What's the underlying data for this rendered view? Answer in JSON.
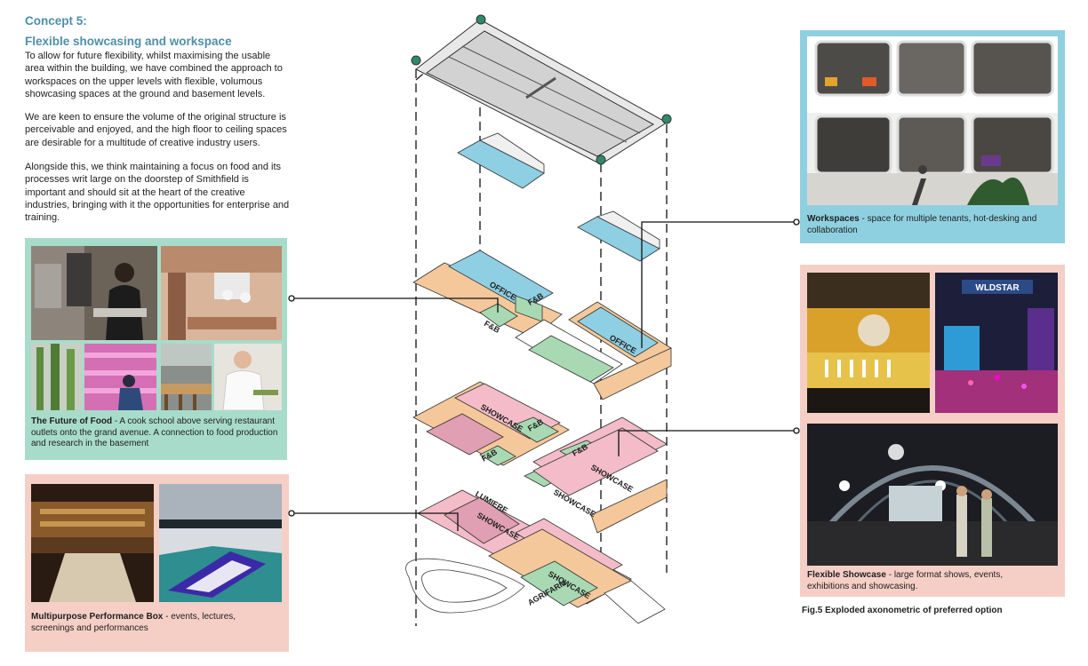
{
  "header": {
    "concept_label": "Concept 5:",
    "concept_title": "Flexible showcasing and workspace"
  },
  "intro": {
    "p1": "To allow for future flexibility, whilst maximising the usable area within the building, we have combined the approach to workspaces on the upper levels with flexible, volumous showcasing spaces at the ground and basement levels.",
    "p2": "We are keen to ensure the volume of the original structure is perceivable and enjoyed, and the high floor to ceiling spaces are desirable for a multitude of creative industry users.",
    "p3": "Alongside this, we think maintaining a focus on food and its processes writ large on the doorstep of Smithfield is important and should sit at the heart of the creative industries, bringing with it the opportunities for enterprise and training."
  },
  "panels": {
    "food": {
      "title": "The Future of Food",
      "text": " - A cook school above serving restaurant outlets onto the grand avenue. A connection to food production and research in the basement"
    },
    "performance": {
      "title": "Multipurpose Performance Box",
      "text": " - events, lectures, screenings and performances"
    },
    "workspaces": {
      "title": "Workspaces",
      "text": " - space for multiple tenants, hot-desking and collaboration"
    },
    "showcase": {
      "title": "Flexible Showcase",
      "text": " - large format shows, events, exhibitions and showcasing."
    }
  },
  "diagram": {
    "labels": {
      "office_1": "OFFICE",
      "fb_1": "F&B",
      "fb_2": "F&B",
      "office_2": "OFFICE",
      "showcase_1": "SHOWCASE",
      "fb_3": "F&B",
      "fb_4": "F&B",
      "fb_5": "F&B",
      "showcase_2": "SHOWCASE",
      "showcase_3": "SHOWCASE",
      "lumiere": "LUMIERE",
      "showcase_4": "SHOWCASE",
      "showcase_5": "SHOWCASE",
      "agrifarm": "AGRIFARM"
    }
  },
  "photo_text": {
    "wildstar": "WLDSTAR"
  },
  "figure_caption": "Fig.5  Exploded axonometric of preferred option",
  "colors": {
    "heading": "#4f8fa8",
    "panel_green": "#a8dcca",
    "panel_pink": "#f5cfc6",
    "panel_blue": "#8fd0e0",
    "zone_office": "#8ecfe3",
    "zone_fb": "#a8d9b2",
    "zone_showcase": "#f3bcc8",
    "zone_circulation": "#f4c89a"
  }
}
